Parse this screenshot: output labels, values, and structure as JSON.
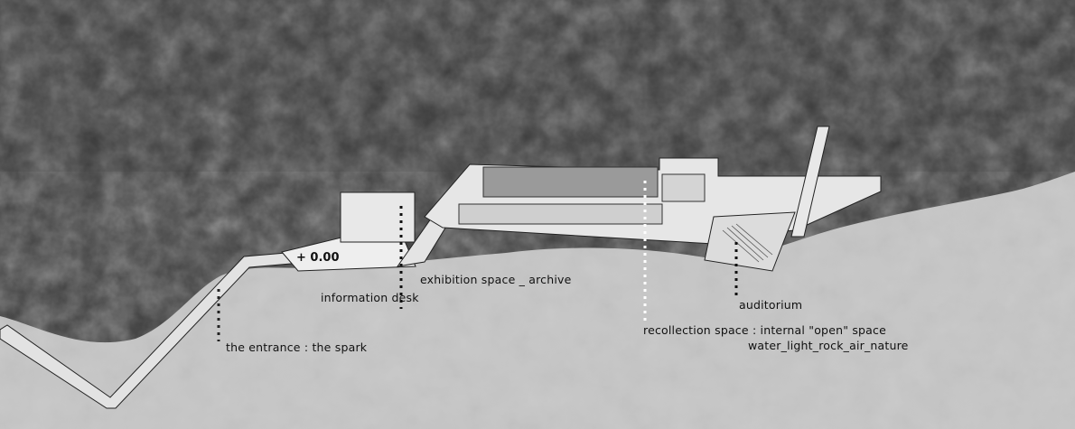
{
  "level_mark": "+ 0.00",
  "labels": {
    "information_desk": "information desk",
    "exhibition": "exhibition space _ archive",
    "auditorium": "auditorium",
    "entrance": "the entrance : the spark",
    "recollection": "recollection space : internal \"open\" space",
    "elements": "water_light_rock_air_nature"
  },
  "colors": {
    "terrain_dark": "#3a3a3a",
    "terrain_light": "#c8c8c8",
    "building": "#e6e6e6"
  }
}
